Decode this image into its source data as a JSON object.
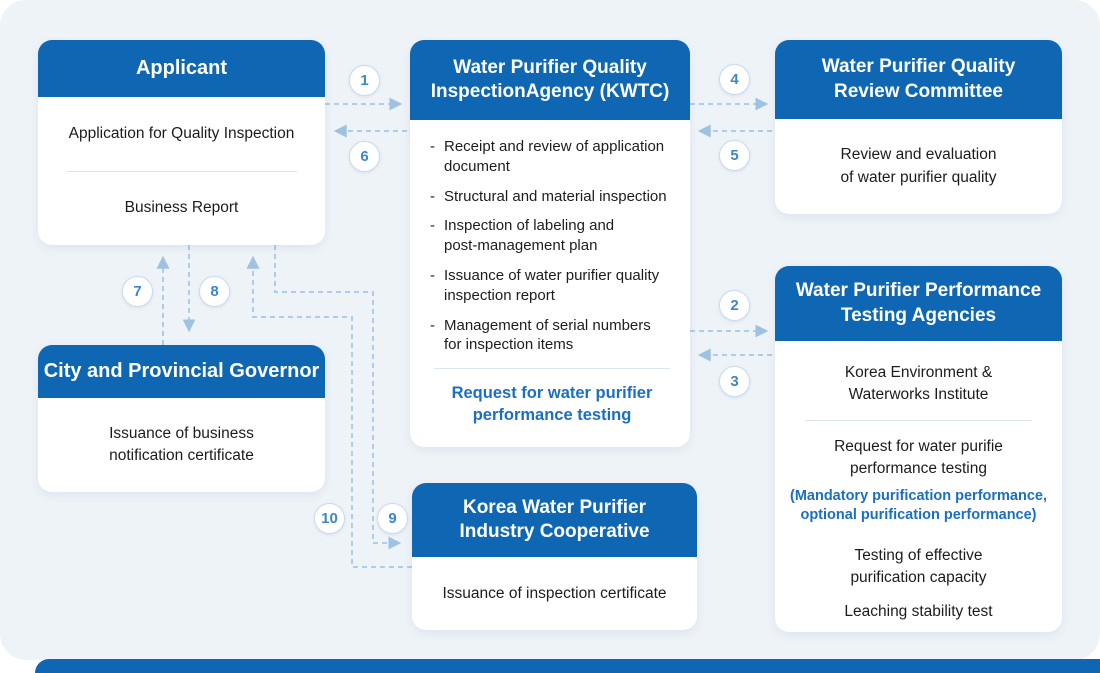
{
  "colors": {
    "header_blue": "#0f67b3",
    "link_blue": "#1b6fc1",
    "connector_blue": "#aecde8",
    "panel_bg": "#eef3f8",
    "body_text": "#1c1c1e"
  },
  "boxes": {
    "applicant": {
      "title": "Applicant",
      "item1": "Application for Quality Inspection",
      "item2": "Business Report"
    },
    "kwtc": {
      "title": "Water Purifier Quality\nInspectionAgency (KWTC)",
      "bullet_glyph": "-",
      "bullets": [
        "Receipt and review of application\ndocument",
        "Structural and material inspection",
        "Inspection of labeling and\npost-management plan",
        "Issuance of water purifier quality\ninspection report",
        "Management of serial numbers\nfor inspection items"
      ],
      "footer_link": "Request for water purifier\nperformance testing"
    },
    "review_committee": {
      "title": "Water Purifier Quality\nReview Committee",
      "body": "Review and evaluation\nof water purifier quality"
    },
    "testing_agencies": {
      "title": "Water Purifier Performance\nTesting Agencies",
      "institute": "Korea Environment &\nWaterworks Institute",
      "request": "Request for water purifie\nperformance testing",
      "request_note": "(Mandatory purification performance,\noptional purification performance)",
      "test1": "Testing of effective\npurification capacity",
      "test2": "Leaching stability test"
    },
    "governor": {
      "title": "City and Provincial Governor",
      "body": "Issuance of business\nnotification certificate"
    },
    "cooperative": {
      "title": "Korea Water Purifier\nIndustry Cooperative",
      "body": "Issuance of inspection certificate"
    }
  },
  "steps": [
    "1",
    "2",
    "3",
    "4",
    "5",
    "6",
    "7",
    "8",
    "9",
    "10"
  ]
}
